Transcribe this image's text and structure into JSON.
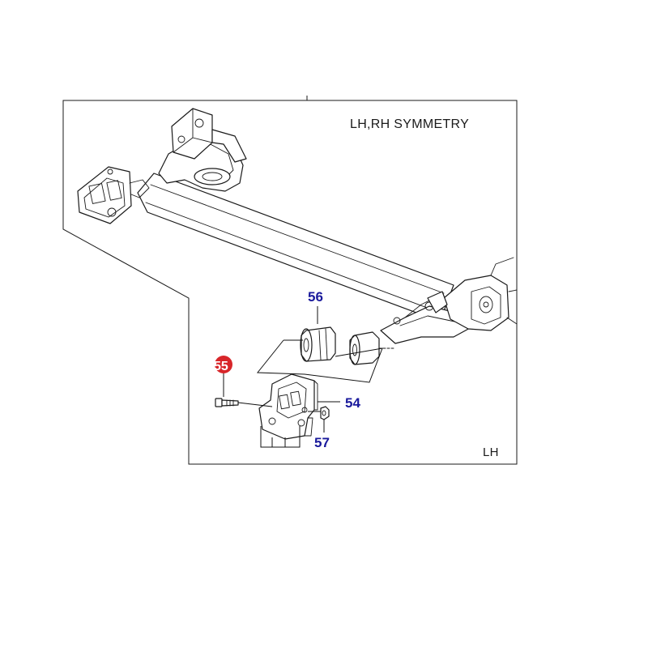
{
  "diagram": {
    "note_top_right": "LH,RH SYMMETRY",
    "note_bottom_right": "LH",
    "colors": {
      "callout_blue": "#1a1a9c",
      "callout_red": "#d8262a",
      "line": "#1a1a1a"
    },
    "callouts": [
      {
        "id": "56",
        "label": "56"
      },
      {
        "id": "55",
        "label": "55",
        "highlight": true
      },
      {
        "id": "54",
        "label": "54"
      },
      {
        "id": "57",
        "label": "57"
      }
    ]
  }
}
